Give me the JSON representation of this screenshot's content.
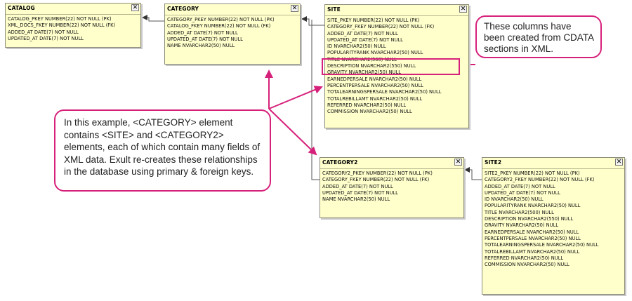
{
  "tables": {
    "catalog": {
      "title": "CATALOG",
      "close_glyph": "✕",
      "rows": [
        "CATALOG_PKEY NUMBER(22) NOT NULL (PK)",
        "XML_DOCS_FKEY NUMBER(22) NOT NULL (FK)",
        "ADDED_AT DATE(7) NOT NULL",
        "UPDATED_AT DATE(7) NOT NULL"
      ]
    },
    "category": {
      "title": "CATEGORY",
      "close_glyph": "✕",
      "rows": [
        "CATEGORY_PKEY NUMBER(22) NOT NULL (PK)",
        "CATALOG_FKEY NUMBER(22) NOT NULL (FK)",
        "ADDED_AT DATE(7) NOT NULL",
        "UPDATED_AT DATE(7) NOT NULL",
        "NAME NVARCHAR2(50) NULL"
      ]
    },
    "site": {
      "title": "SITE",
      "close_glyph": "✕",
      "rows": [
        "SITE_PKEY NUMBER(22) NOT NULL (PK)",
        "CATEGORY_FKEY NUMBER(22) NOT NULL (FK)",
        "ADDED_AT DATE(7) NOT NULL",
        "UPDATED_AT DATE(7) NOT NULL",
        "ID NVARCHAR2(50) NULL",
        "POPULARITYRANK NVARCHAR2(50) NULL",
        "TITLE NVARCHAR2(500) NULL",
        "DESCRIPTION NVARCHAR2(550) NULL",
        "GRAVITY NVARCHAR2(50) NULL",
        "EARNEDPERSALE NVARCHAR2(50) NULL",
        "PERCENTPERSALE NVARCHAR2(50) NULL",
        "TOTALEARNINGSPERSALE NVARCHAR2(50) NULL",
        "TOTALREBILLAMT NVARCHAR2(50) NULL",
        "REFERRED NVARCHAR2(50) NULL",
        "COMMISSION NVARCHAR2(50) NULL"
      ]
    },
    "category2": {
      "title": "CATEGORY2",
      "close_glyph": "✕",
      "rows": [
        "CATEGORY2_PKEY NUMBER(22) NOT NULL (PK)",
        "CATEGORY_FKEY NUMBER(22) NOT NULL (FK)",
        "ADDED_AT DATE(7) NOT NULL",
        "UPDATED_AT DATE(7) NOT NULL",
        "NAME NVARCHAR2(50) NULL"
      ]
    },
    "site2": {
      "title": "SITE2",
      "close_glyph": "✕",
      "rows": [
        "SITE2_PKEY NUMBER(22) NOT NULL (PK)",
        "CATEGORY2_FKEY NUMBER(22) NOT NULL (FK)",
        "ADDED_AT DATE(7) NOT NULL",
        "UPDATED_AT DATE(7) NOT NULL",
        "ID NVARCHAR2(50) NULL",
        "POPULARITYRANK NVARCHAR2(50) NULL",
        "TITLE NVARCHAR2(500) NULL",
        "DESCRIPTION NVARCHAR2(550) NULL",
        "GRAVITY NVARCHAR2(50) NULL",
        "EARNEDPERSALE NVARCHAR2(50) NULL",
        "PERCENTPERSALE NVARCHAR2(50) NULL",
        "TOTALEARNINGSPERSALE NVARCHAR2(50) NULL",
        "TOTALREBILLAMT NVARCHAR2(50) NULL",
        "REFERRED NVARCHAR2(50) NULL",
        "COMMISSION NVARCHAR2(50) NULL"
      ]
    }
  },
  "callouts": {
    "cdata_note": "These columns have been created from CDATA sections in XML.",
    "relationship_note": "In this example, <CATEGORY> element contains <SITE> and <CATEGORY2> elements, each of which contain many fields of XML data. Exult re-creates these relationships in the database using primary & foreign keys."
  },
  "colors": {
    "table_fill": "#ffffcc",
    "table_border": "#8c8c7a",
    "accent": "#d6217b",
    "connector": "#555555"
  }
}
